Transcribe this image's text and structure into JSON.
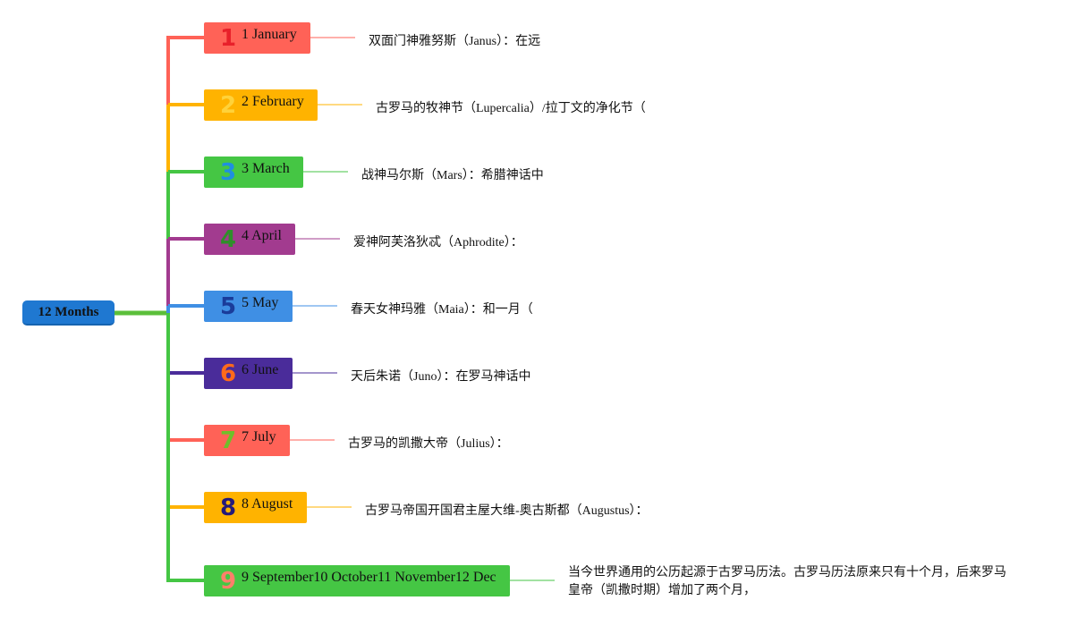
{
  "root": {
    "label": "12 Months",
    "color": "#1f78d1"
  },
  "months": [
    {
      "number": "1",
      "label": "1 January",
      "description": "双面门神雅努斯（Janus）：在远",
      "box_color": "#ff6257",
      "number_color": "#e8202a",
      "line_color": "#ff6257"
    },
    {
      "number": "2",
      "label": "2 February",
      "description": "古罗马的牧神节（Lupercalia）/拉丁文的净化节（",
      "box_color": "#ffb300",
      "number_color": "#ffd23a",
      "line_color": "#ffb300"
    },
    {
      "number": "3",
      "label": "3 March",
      "description": "战神马尔斯（Mars）：希腊神话中",
      "box_color": "#45c644",
      "number_color": "#1f8fe0",
      "line_color": "#45c644"
    },
    {
      "number": "4",
      "label": "4 April",
      "description": "爱神阿芙洛狄忒（Aphrodite）：",
      "box_color": "#a23b8f",
      "number_color": "#2f8f2a",
      "line_color": "#a23b8f"
    },
    {
      "number": "5",
      "label": "5 May",
      "description": "春天女神玛雅（Maia）：和一月（",
      "box_color": "#3f8fe4",
      "number_color": "#1a3c9a",
      "line_color": "#3f8fe4"
    },
    {
      "number": "6",
      "label": "6 June",
      "description": "天后朱诺（Juno）：在罗马神话中",
      "box_color": "#4a2c9a",
      "number_color": "#ff6a1a",
      "line_color": "#4a2c9a"
    },
    {
      "number": "7",
      "label": "7 July",
      "description": "古罗马的凯撒大帝（Julius）：",
      "box_color": "#ff6257",
      "number_color": "#6fbf2a",
      "line_color": "#ff6257"
    },
    {
      "number": "8",
      "label": "8 August",
      "description": "古罗马帝国开国君主屋大维-奥古斯都（Augustus）：",
      "box_color": "#ffb300",
      "number_color": "#241a7a",
      "line_color": "#ffb300"
    },
    {
      "number": "9",
      "label": "9 September10 October11 November12 Dec",
      "description": "当今世界通用的公历起源于古罗马历法。古罗马历法原来只有十个月，后来罗马皇帝（凯撒时期）增加了两个月，",
      "box_color": "#45c644",
      "number_color": "#ff7f6a",
      "line_color": "#45c644"
    }
  ]
}
